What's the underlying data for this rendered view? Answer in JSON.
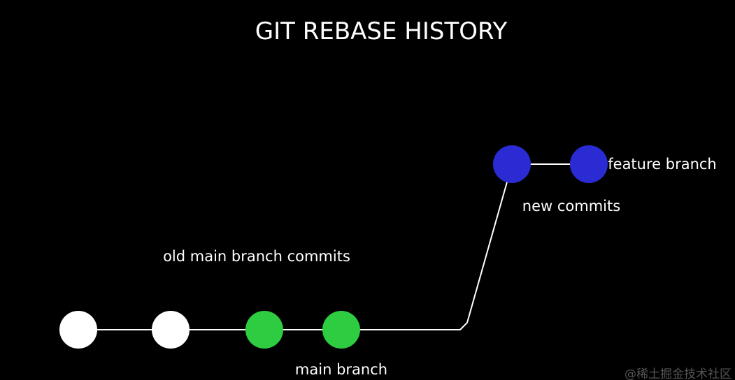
{
  "title": "GIT REBASE HISTORY",
  "labels": {
    "old_main": "old main branch commits",
    "main": "main branch",
    "new_commits": "new commits",
    "feature": "feature branch"
  },
  "commits": [
    {
      "id": "old-1",
      "group": "old main branch commits",
      "color": "#ffffff"
    },
    {
      "id": "old-2",
      "group": "old main branch commits",
      "color": "#ffffff"
    },
    {
      "id": "main-1",
      "group": "main branch",
      "color": "#2ecc40"
    },
    {
      "id": "main-2",
      "group": "main branch",
      "color": "#2ecc40"
    },
    {
      "id": "new-1",
      "group": "new commits",
      "color": "#2b2bd4"
    },
    {
      "id": "new-2",
      "group": "feature branch",
      "color": "#2b2bd4"
    }
  ],
  "colors": {
    "background": "#000000",
    "edge": "#ffffff",
    "old_commit": "#ffffff",
    "main_commit": "#2ecc40",
    "feature_commit": "#2b2bd4"
  },
  "watermark": "@稀土掘金技术社区"
}
